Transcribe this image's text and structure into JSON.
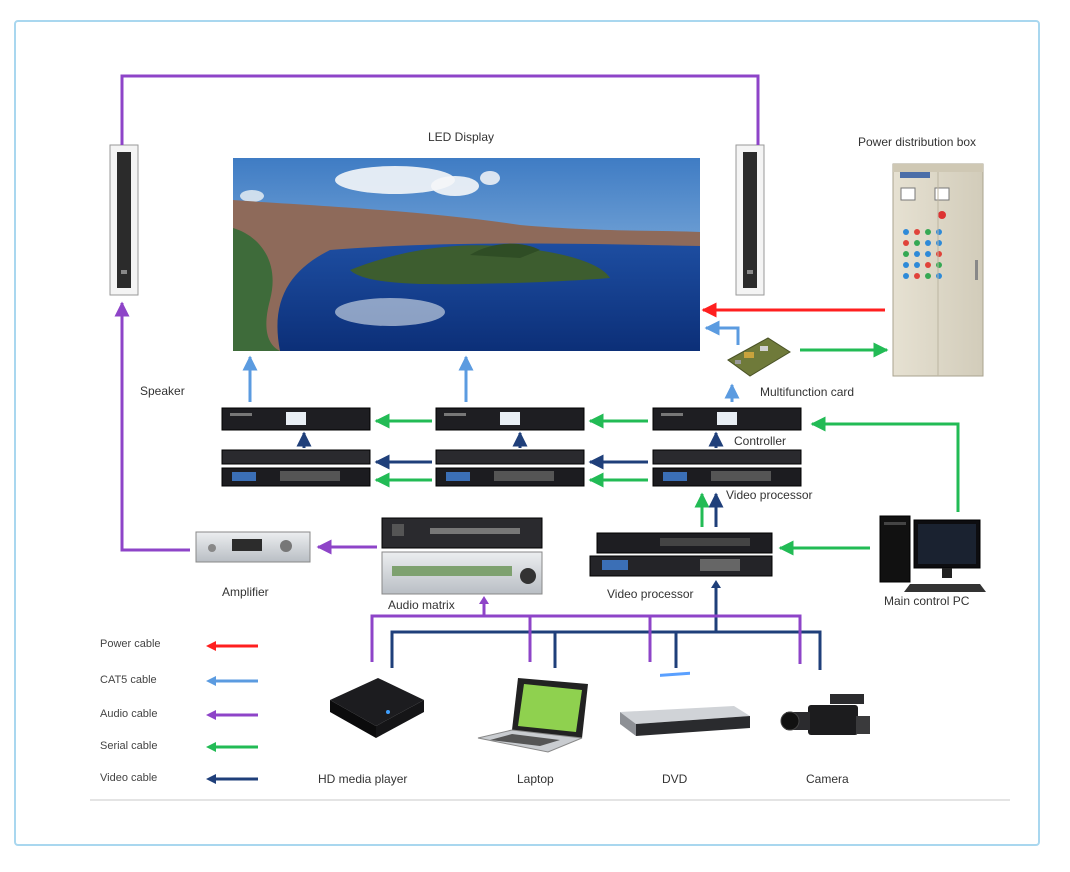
{
  "labels": {
    "led_display": "LED Display",
    "power_box": "Power distribution box",
    "speaker": "Speaker",
    "multifunction_card": "Multifunction card",
    "controller": "Controller",
    "video_processor_top": "Video processor",
    "video_processor_main": "Video processor",
    "amplifier": "Amplifier",
    "audio_matrix": "Audio matrix",
    "main_pc": "Main control PC",
    "hd_player": "HD media player",
    "laptop": "Laptop",
    "dvd": "DVD",
    "camera": "Camera"
  },
  "legend": [
    {
      "label": "Power cable",
      "color": "#ff1f1f"
    },
    {
      "label": "CAT5 cable",
      "color": "#5b9be0"
    },
    {
      "label": "Audio cable",
      "color": "#8e44c8"
    },
    {
      "label": "Serial cable",
      "color": "#22bb55"
    },
    {
      "label": "Video cable",
      "color": "#1f3f7a"
    }
  ],
  "colors": {
    "power": "#ff1f1f",
    "cat5": "#5b9be0",
    "audio": "#8e44c8",
    "serial": "#22bb55",
    "video": "#1f3f7a",
    "frame": "#a9d7ef"
  }
}
